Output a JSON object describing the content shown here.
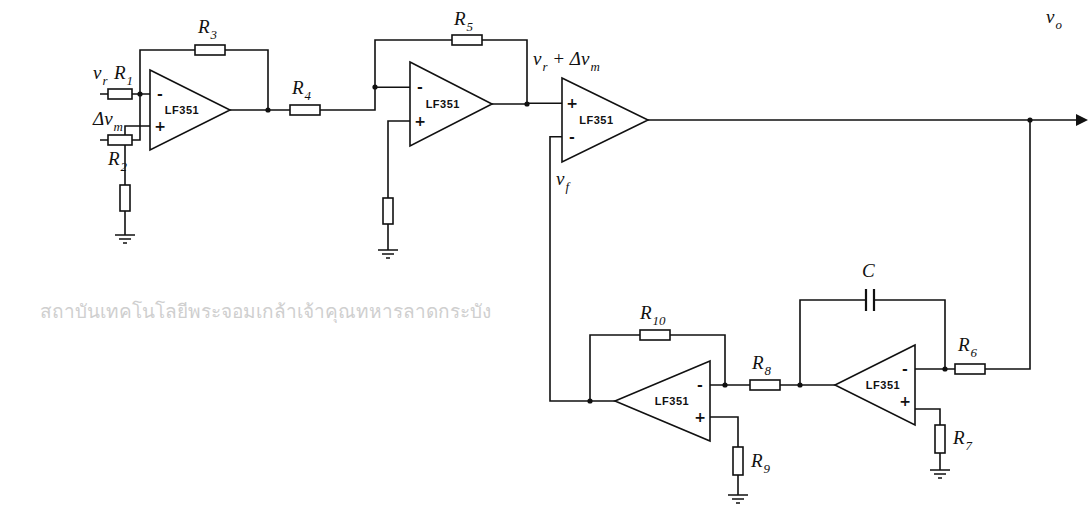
{
  "diagram": {
    "nodes": [
      {
        "text": [
          "-",
          "+",
          "LF351"
        ]
      },
      {
        "text": [
          "-",
          "+",
          "LF351"
        ]
      },
      {
        "text": [
          "+",
          "-",
          "LF351"
        ]
      },
      {
        "text": [
          "-",
          "+",
          "LF351"
        ]
      },
      {
        "text": [
          "-",
          "+",
          "LF351"
        ]
      }
    ],
    "edges": [
      {
        "from": 0,
        "to": 1,
        "arrow": "none"
      },
      {
        "from": 1,
        "to": 2,
        "arrow": "none"
      },
      {
        "from": 2,
        "to": 4,
        "arrow": "none"
      },
      {
        "from": 4,
        "to": 3,
        "arrow": "none"
      },
      {
        "from": 3,
        "to": 2,
        "arrow": "none"
      }
    ],
    "labels": [
      "vr",
      "R1",
      "Δvm",
      "R2",
      "R3",
      "R4",
      "R5",
      "vr + Δvm",
      "vf",
      "vo",
      "R6",
      "C",
      "R8",
      "R10",
      "R7",
      "R9",
      "สถาบันเทคโนโลยีพระจอมเกล้าเจ้าคุณทหารลาดกระบัง"
    ]
  }
}
